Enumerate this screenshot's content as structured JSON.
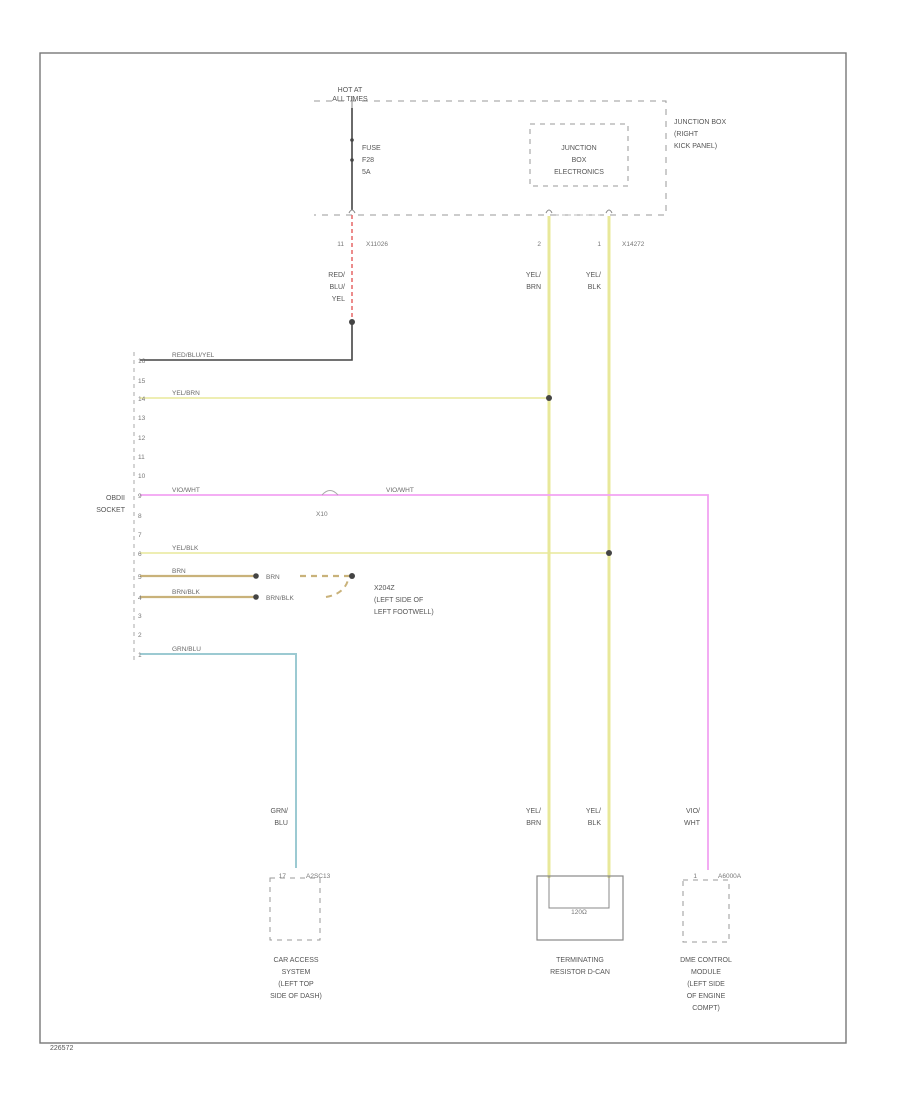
{
  "power": {
    "hot_line1": "HOT AT",
    "hot_line2": "ALL TIMES",
    "fuse_line1": "FUSE",
    "fuse_line2": "F28",
    "fuse_line3": "5A",
    "pin": "11",
    "connector": "X11026",
    "wire_line1": "RED/",
    "wire_line2": "BLU/",
    "wire_line3": "YEL"
  },
  "junction_box": {
    "box_line1": "JUNCTION",
    "box_line2": "BOX",
    "box_line3": "ELECTRONICS",
    "panel_line1": "JUNCTION BOX",
    "panel_line2": "(RIGHT",
    "panel_line3": "KICK PANEL)",
    "pin_a": "2",
    "pin_b": "1",
    "connector": "X14272",
    "wire_a_line1": "YEL/",
    "wire_a_line2": "BRN",
    "wire_b_line1": "YEL/",
    "wire_b_line2": "BLK"
  },
  "obd": {
    "label_line1": "OBDII",
    "label_line2": "SOCKET",
    "pins": [
      {
        "num": "16",
        "wire": "RED/BLU/YEL"
      },
      {
        "num": "15",
        "wire": ""
      },
      {
        "num": "14",
        "wire": "YEL/BRN"
      },
      {
        "num": "13",
        "wire": ""
      },
      {
        "num": "12",
        "wire": ""
      },
      {
        "num": "11",
        "wire": ""
      },
      {
        "num": "10",
        "wire": ""
      },
      {
        "num": "9",
        "wire": "VIO/WHT"
      },
      {
        "num": "8",
        "wire": ""
      },
      {
        "num": "7",
        "wire": ""
      },
      {
        "num": "6",
        "wire": "YEL/BLK"
      },
      {
        "num": "5",
        "wire": "BRN"
      },
      {
        "num": "4",
        "wire": "BRN/BLK"
      },
      {
        "num": "3",
        "wire": ""
      },
      {
        "num": "2",
        "wire": ""
      },
      {
        "num": "1",
        "wire": "GRN/BLU"
      }
    ]
  },
  "splice": {
    "id": "X10",
    "wire_right": "VIO/WHT"
  },
  "ground": {
    "wire_a": "BRN",
    "wire_b": "BRN/BLK",
    "label_line1": "X204Z",
    "label_line2": "(LEFT SIDE OF",
    "label_line3": "LEFT FOOTWELL)"
  },
  "components": {
    "cas": {
      "wire_line1": "GRN/",
      "wire_line2": "BLU",
      "pin": "17",
      "connector": "A2SC13",
      "label_line1": "CAR ACCESS",
      "label_line2": "SYSTEM",
      "label_line3": "(LEFT TOP",
      "label_line4": "SIDE OF DASH)"
    },
    "resistor": {
      "wire_a_line1": "YEL/",
      "wire_a_line2": "BRN",
      "wire_b_line1": "YEL/",
      "wire_b_line2": "BLK",
      "inner": "120Ω",
      "label_line1": "TERMINATING",
      "label_line2": "RESISTOR D-CAN"
    },
    "dme": {
      "wire_line1": "VIO/",
      "wire_line2": "WHT",
      "pin": "1",
      "connector": "A6000A",
      "label_line1": "DME CONTROL",
      "label_line2": "MODULE",
      "label_line3": "(LEFT SIDE",
      "label_line4": "OF ENGINE",
      "label_line5": "COMPT)"
    }
  },
  "footer": {
    "code": "226572"
  },
  "colors": {
    "border": "#777777",
    "black_wire": "#444444",
    "yellow_wire": "#e8e89a",
    "violet_wire": "#f2a3f2",
    "blue_wire": "#9ccad2",
    "brown_wire": "#c9b27a",
    "red_wire": "#e87070"
  }
}
